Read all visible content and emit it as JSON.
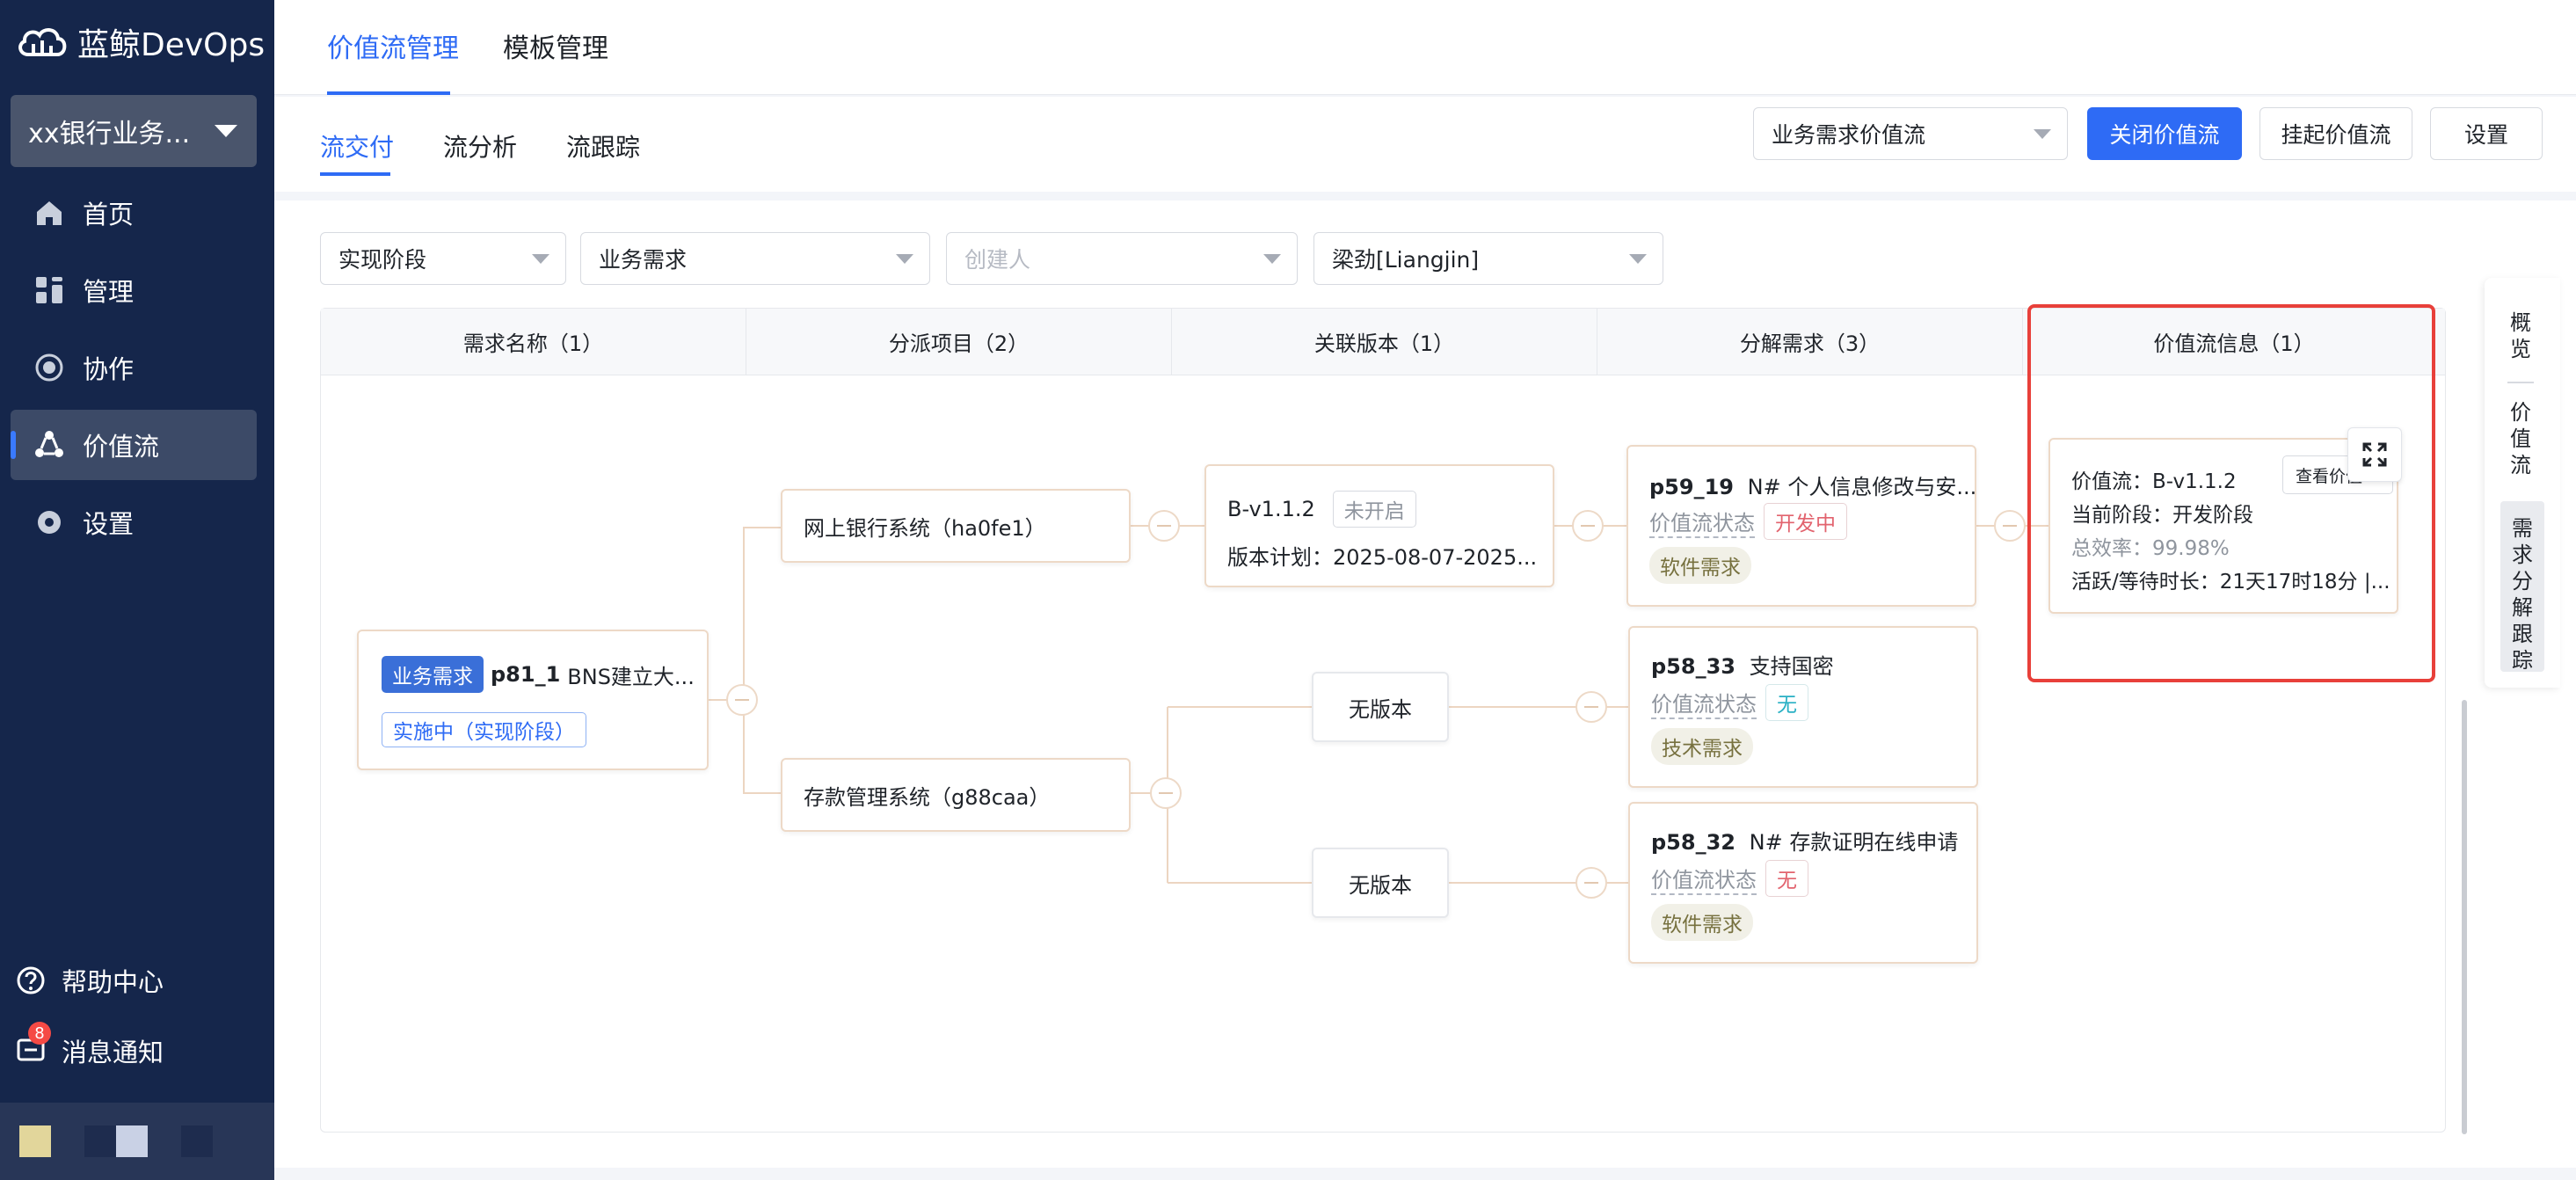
{
  "app": {
    "logo_text": "蓝鲸DevOps"
  },
  "sidebar": {
    "project": "xx银行业务...",
    "items": [
      {
        "label": "首页",
        "icon": "home-icon"
      },
      {
        "label": "管理",
        "icon": "grid-icon"
      },
      {
        "label": "协作",
        "icon": "collab-icon"
      },
      {
        "label": "价值流",
        "icon": "value-stream-icon",
        "active": true
      },
      {
        "label": "设置",
        "icon": "gear-icon"
      }
    ],
    "help": "帮助中心",
    "notify": "消息通知",
    "notify_count": "8"
  },
  "top_tabs": [
    "价值流管理",
    "模板管理"
  ],
  "sub_tabs": [
    "流交付",
    "流分析",
    "流跟踪"
  ],
  "toolbar": {
    "stream_select": "业务需求价值流",
    "close_btn": "关闭价值流",
    "suspend_btn": "挂起价值流",
    "settings_btn": "设置"
  },
  "filters": {
    "stage": "实现阶段",
    "type": "业务需求",
    "creator_placeholder": "创建人",
    "owner": "梁劲[Liangjin]"
  },
  "columns": [
    "需求名称（1）",
    "分派项目（2）",
    "关联版本（1）",
    "分解需求（3）",
    "价值流信息（1）"
  ],
  "root": {
    "tag": "业务需求",
    "id": "p81_1",
    "title": "BNS建立大...",
    "status": "实施中（实现阶段）"
  },
  "projects": [
    "网上银行系统（ha0fe1）",
    "存款管理系统（g88caa）"
  ],
  "version": {
    "name": "B-v1.1.2",
    "state": "未开启",
    "plan": "版本计划：2025-08-07-2025..."
  },
  "no_version": "无版本",
  "subreqs": [
    {
      "id": "p59_19",
      "title": "N# 个人信息修改与安...",
      "status_label": "价值流状态",
      "status": "开发中",
      "type": "软件需求"
    },
    {
      "id": "p58_33",
      "title": "支持国密",
      "status_label": "价值流状态",
      "status": "无",
      "type": "技术需求"
    },
    {
      "id": "p58_32",
      "title": "N# 存款证明在线申请",
      "status_label": "价值流状态",
      "status": "无",
      "type": "软件需求"
    }
  ],
  "vs_info": {
    "stream": "价值流：B-v1.1.2",
    "stage": "当前阶段：开发阶段",
    "efficiency": "总效率：99.98%",
    "duration": "活跃/等待时长：21天17时18分 |...",
    "view_btn": "查看价值"
  },
  "side_panel": {
    "overview": "概览",
    "value_stream": "价值流",
    "tracking": "需求分解跟踪"
  }
}
